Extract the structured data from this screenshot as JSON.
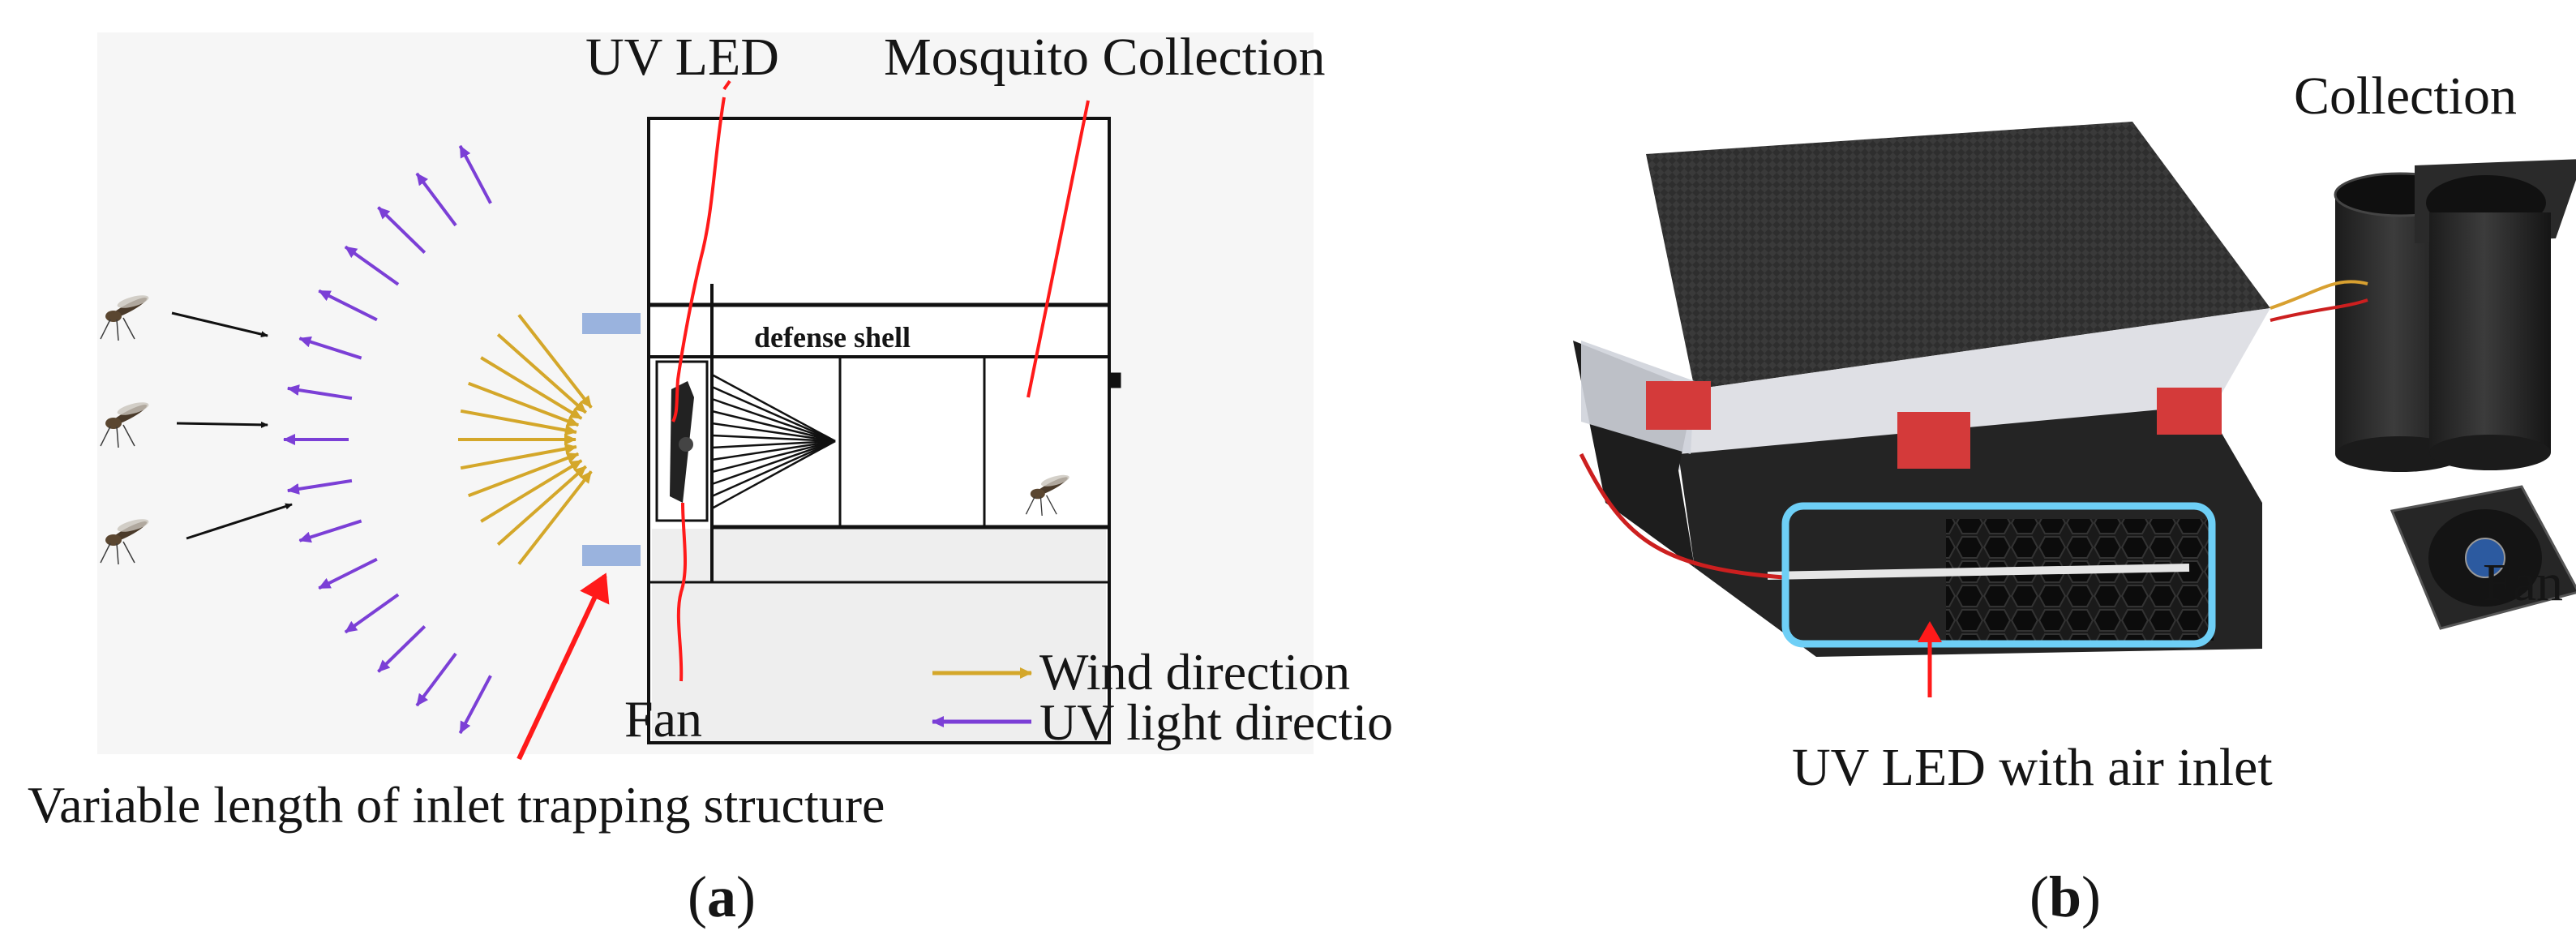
{
  "panel_a": {
    "labels": {
      "uv_led": "UV LED",
      "mosquito_collection": "Mosquito Collection",
      "defense_shell": "defense shell",
      "fan": "Fan",
      "variable_length": "Variable length of inlet trapping structure"
    },
    "legend": {
      "wind": "Wind direction",
      "uv_light": "UV light directio"
    },
    "caption_open": "(",
    "caption_letter": "a",
    "caption_close": ")"
  },
  "panel_b": {
    "labels": {
      "collection": "Collection",
      "fan": "Fan",
      "uv_led_inlet": "UV LED with air inlet"
    },
    "caption_open": "(",
    "caption_letter": "b",
    "caption_close": ")"
  },
  "colors": {
    "wind_arrow": "#d4a72a",
    "uv_arrow": "#7b3fd6",
    "pointer": "#ff1a1a",
    "highlight_box": "#6ecff6",
    "led_block": "#9ab3de",
    "device_body": "#2a2a2a"
  }
}
